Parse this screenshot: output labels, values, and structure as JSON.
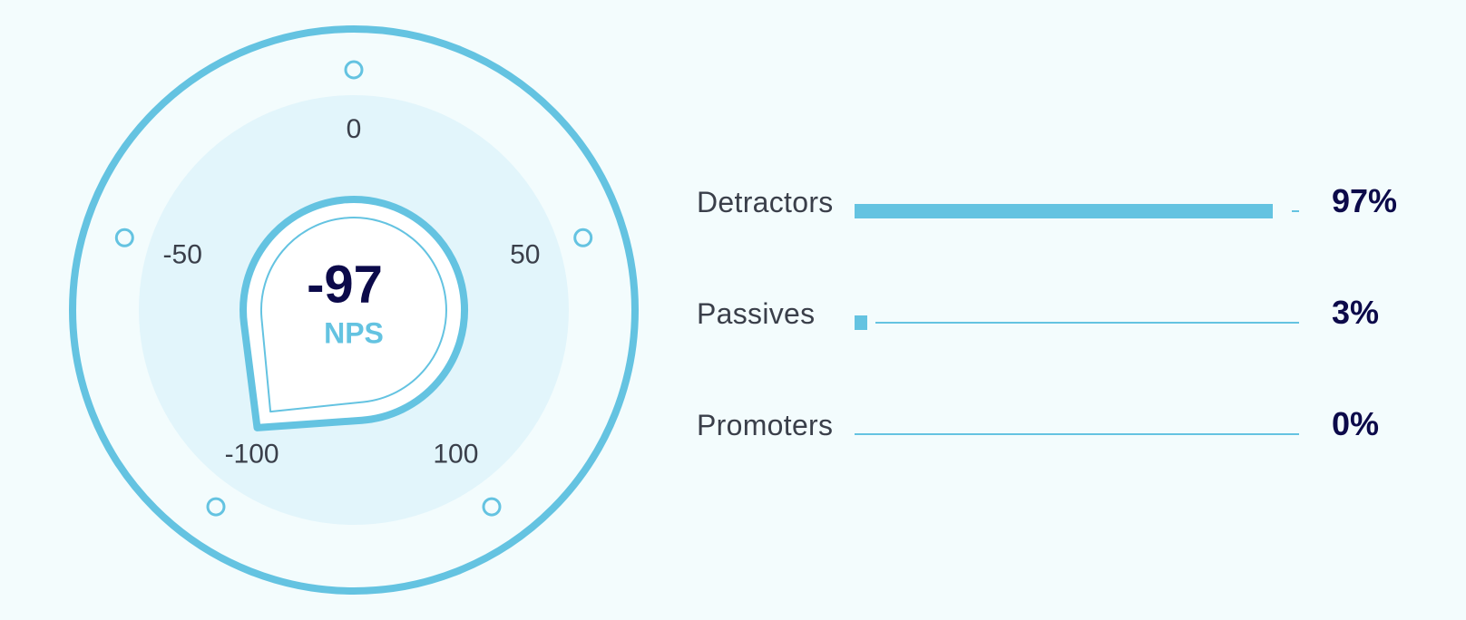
{
  "gauge": {
    "score": "-97",
    "unit": "NPS",
    "value": -97,
    "range": [
      -100,
      100
    ],
    "tick_labels": [
      "0",
      "50",
      "100",
      "-100",
      "-50"
    ],
    "colors": {
      "accent": "#64c3e1",
      "inner_disc": "#e2f5fb",
      "score_text": "#0c0a4a",
      "background": "#f3fcfd"
    }
  },
  "breakdown": [
    {
      "label": "Detractors",
      "value_text": "97%",
      "percent": 97
    },
    {
      "label": "Passives",
      "value_text": "3%",
      "percent": 3
    },
    {
      "label": "Promoters",
      "value_text": "0%",
      "percent": 0
    }
  ]
}
